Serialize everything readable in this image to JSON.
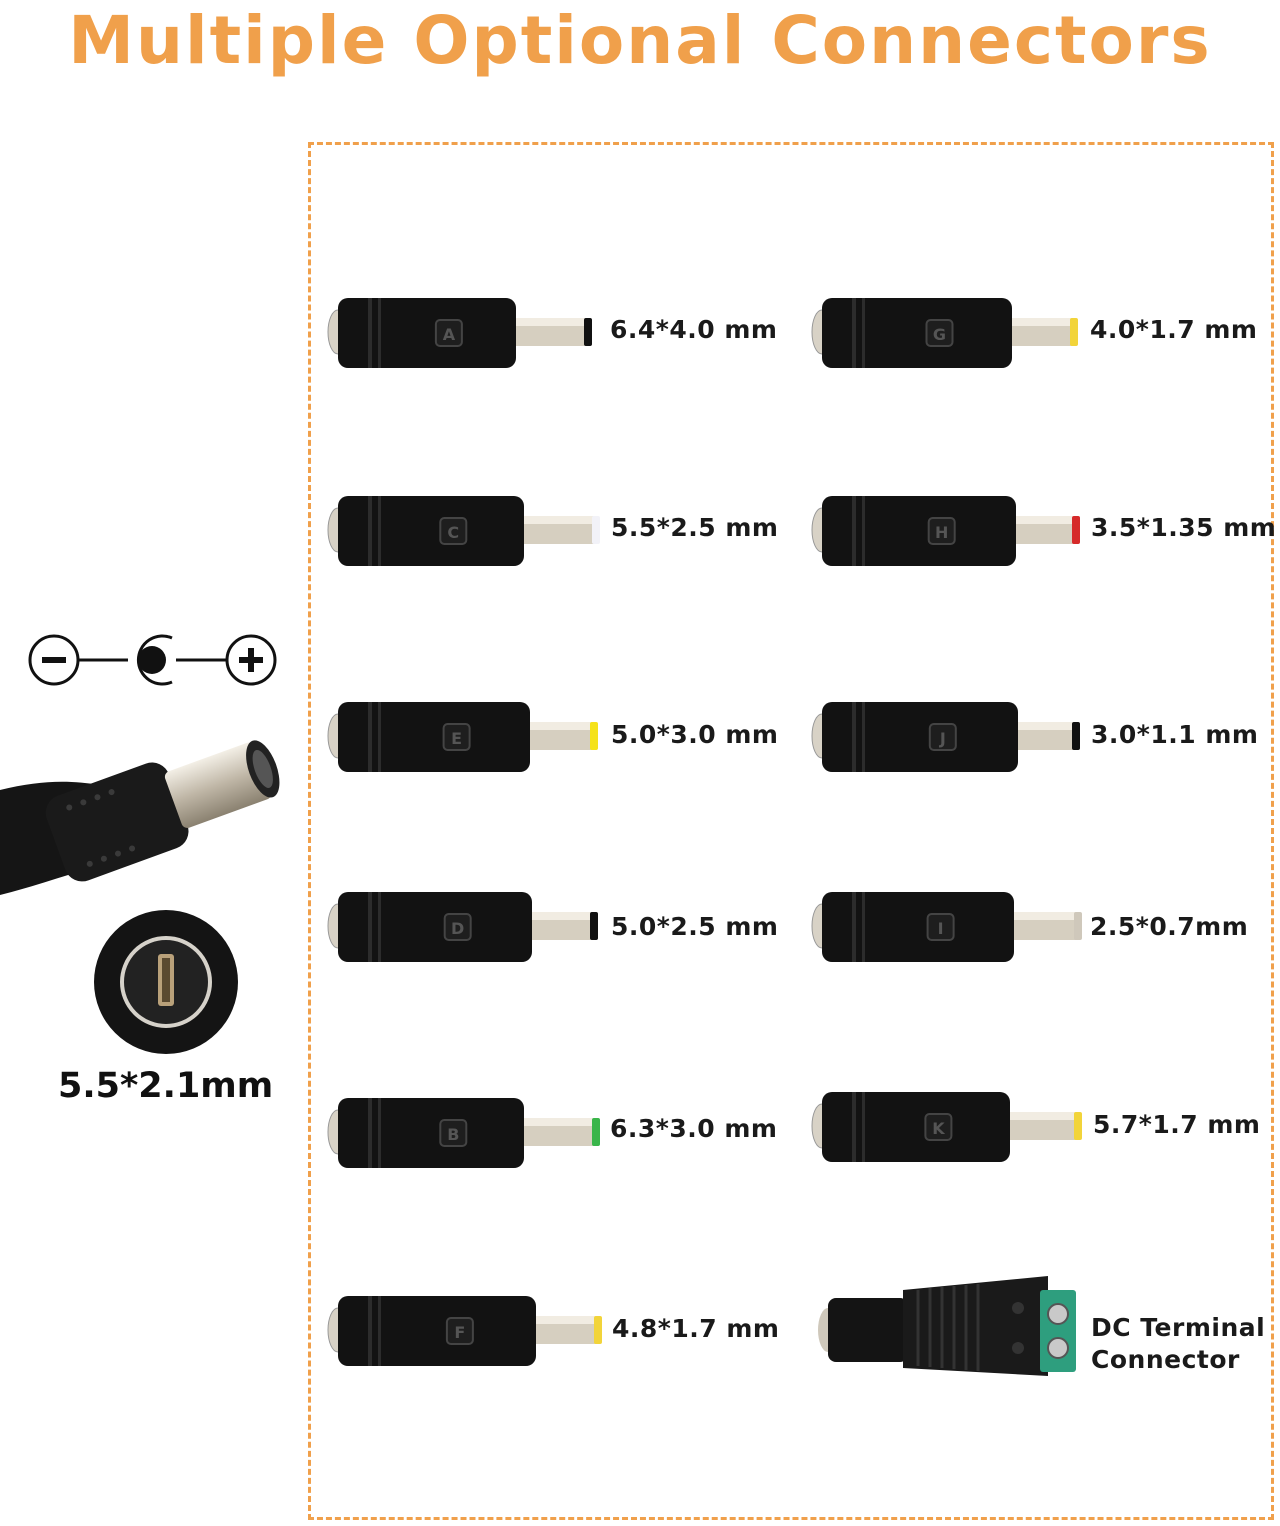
{
  "title": "Multiple Optional Connectors",
  "colors": {
    "accent": "#F0A04B",
    "text": "#1a1a1a",
    "plug_body": "#111111",
    "tip_metal": "#d9d2c4"
  },
  "main_plug": {
    "size_label": "5.5*2.1mm",
    "polarity": {
      "negative_icon": "minus-circle-icon",
      "center_icon": "center-pin-icon",
      "positive_icon": "plus-circle-icon"
    }
  },
  "connectors": [
    {
      "size": "6.4*4.0 mm",
      "letter": "A",
      "tip": "#111111"
    },
    {
      "size": "4.0*1.7 mm",
      "letter": "G",
      "tip": "#F2D43A"
    },
    {
      "size": "5.5*2.5 mm",
      "letter": "C",
      "tip": "#F2F2F8"
    },
    {
      "size": "3.5*1.35 mm",
      "letter": "H",
      "tip": "#D62A2A"
    },
    {
      "size": "5.0*3.0 mm",
      "letter": "E",
      "tip": "#F5E21A"
    },
    {
      "size": "3.0*1.1 mm",
      "letter": "J",
      "tip": "#111111"
    },
    {
      "size": "5.0*2.5 mm",
      "letter": "D",
      "tip": "#111111"
    },
    {
      "size": "2.5*0.7mm",
      "letter": "I",
      "tip": "#cfc8bb"
    },
    {
      "size": "6.3*3.0 mm",
      "letter": "B",
      "tip": "#39B54A"
    },
    {
      "size": "5.7*1.7 mm",
      "letter": "K",
      "tip": "#F2D43A"
    },
    {
      "size": "4.8*1.7 mm",
      "letter": "F",
      "tip": "#F2D43A"
    }
  ],
  "terminal": {
    "line1": "DC Terminal",
    "line2": "Connector",
    "block_color": "#2E9E7E"
  }
}
